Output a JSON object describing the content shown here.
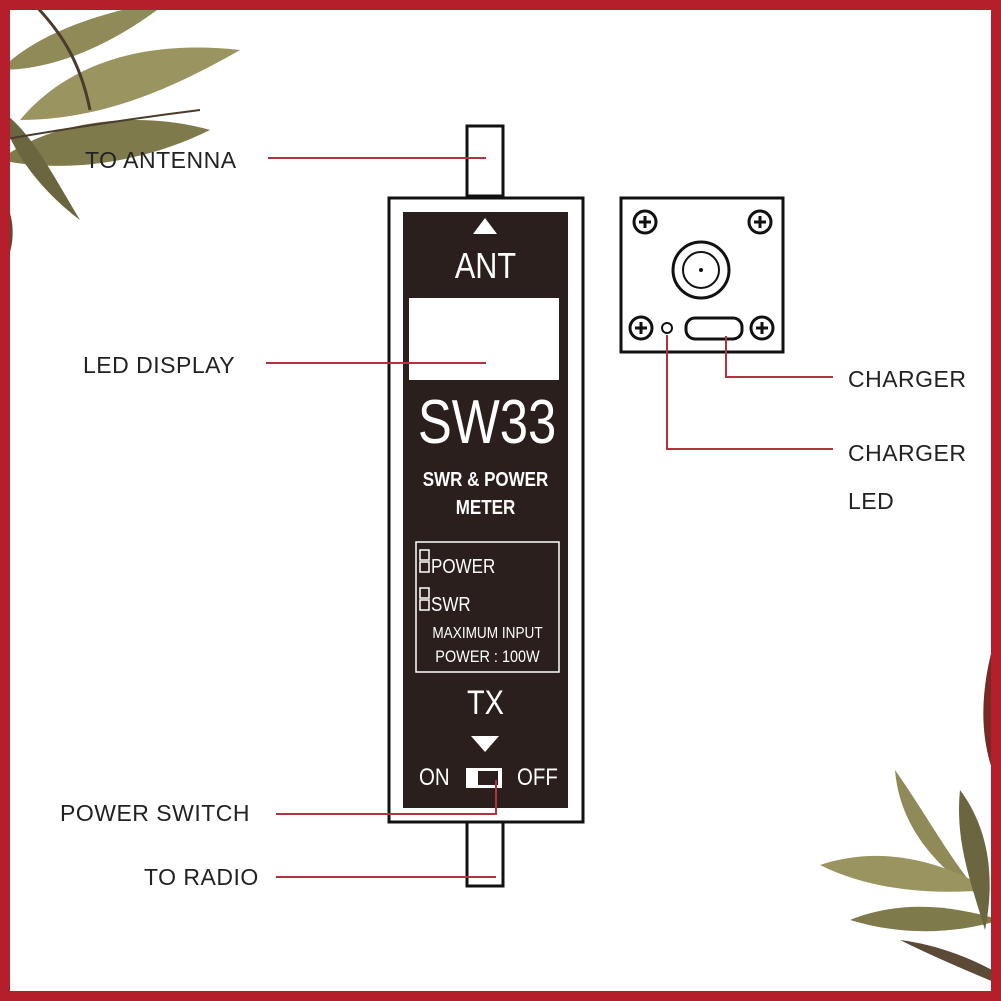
{
  "colors": {
    "frame": "#b41f2b",
    "device_body": "#2b1f1d",
    "leader_line": "#b3323e",
    "leaf_green": "#8f8a57",
    "leaf_dark": "#4a3b2a"
  },
  "device": {
    "ant_label": "ANT",
    "model": "SW33",
    "subtitle_line1": "SWR & POWER",
    "subtitle_line2": "METER",
    "mode_power": "POWER",
    "mode_swr": "SWR",
    "max_input_line1": "MAXIMUM INPUT",
    "max_input_line2": "POWER : 100W",
    "tx_label": "TX",
    "switch_on": "ON",
    "switch_off": "OFF"
  },
  "callouts": {
    "to_antenna": "TO ANTENNA",
    "led_display": "LED DISPLAY",
    "power_switch": "POWER SWITCH",
    "to_radio": "TO RADIO",
    "charger": "CHARGER",
    "charger_led_line1": "CHARGER",
    "charger_led_line2": "LED"
  },
  "icons": [
    "plus-screw-icon",
    "coax-connector-icon",
    "usb-port-icon",
    "leaf-decoration-icon"
  ]
}
